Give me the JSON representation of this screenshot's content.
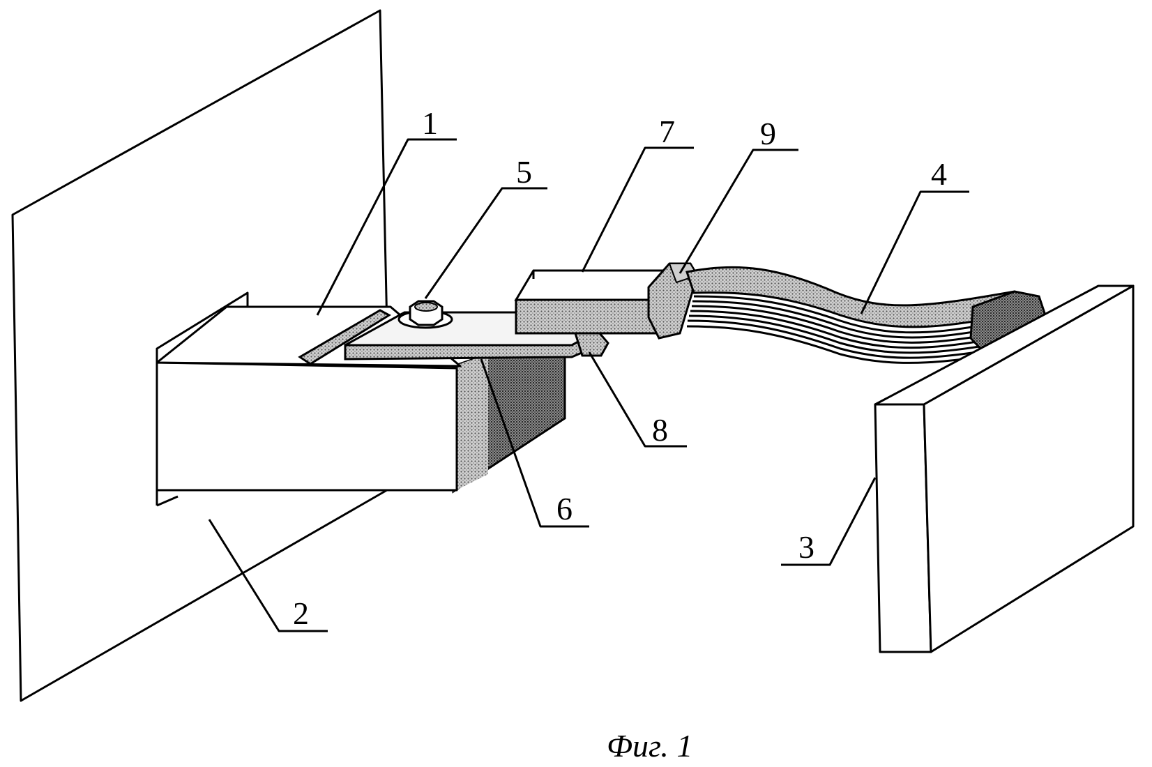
{
  "labels": {
    "l1": "1",
    "l2": "2",
    "l3": "3",
    "l4": "4",
    "l5": "5",
    "l6": "6",
    "l7": "7",
    "l8": "8",
    "l9": "9"
  },
  "caption": "Фиг. 1"
}
